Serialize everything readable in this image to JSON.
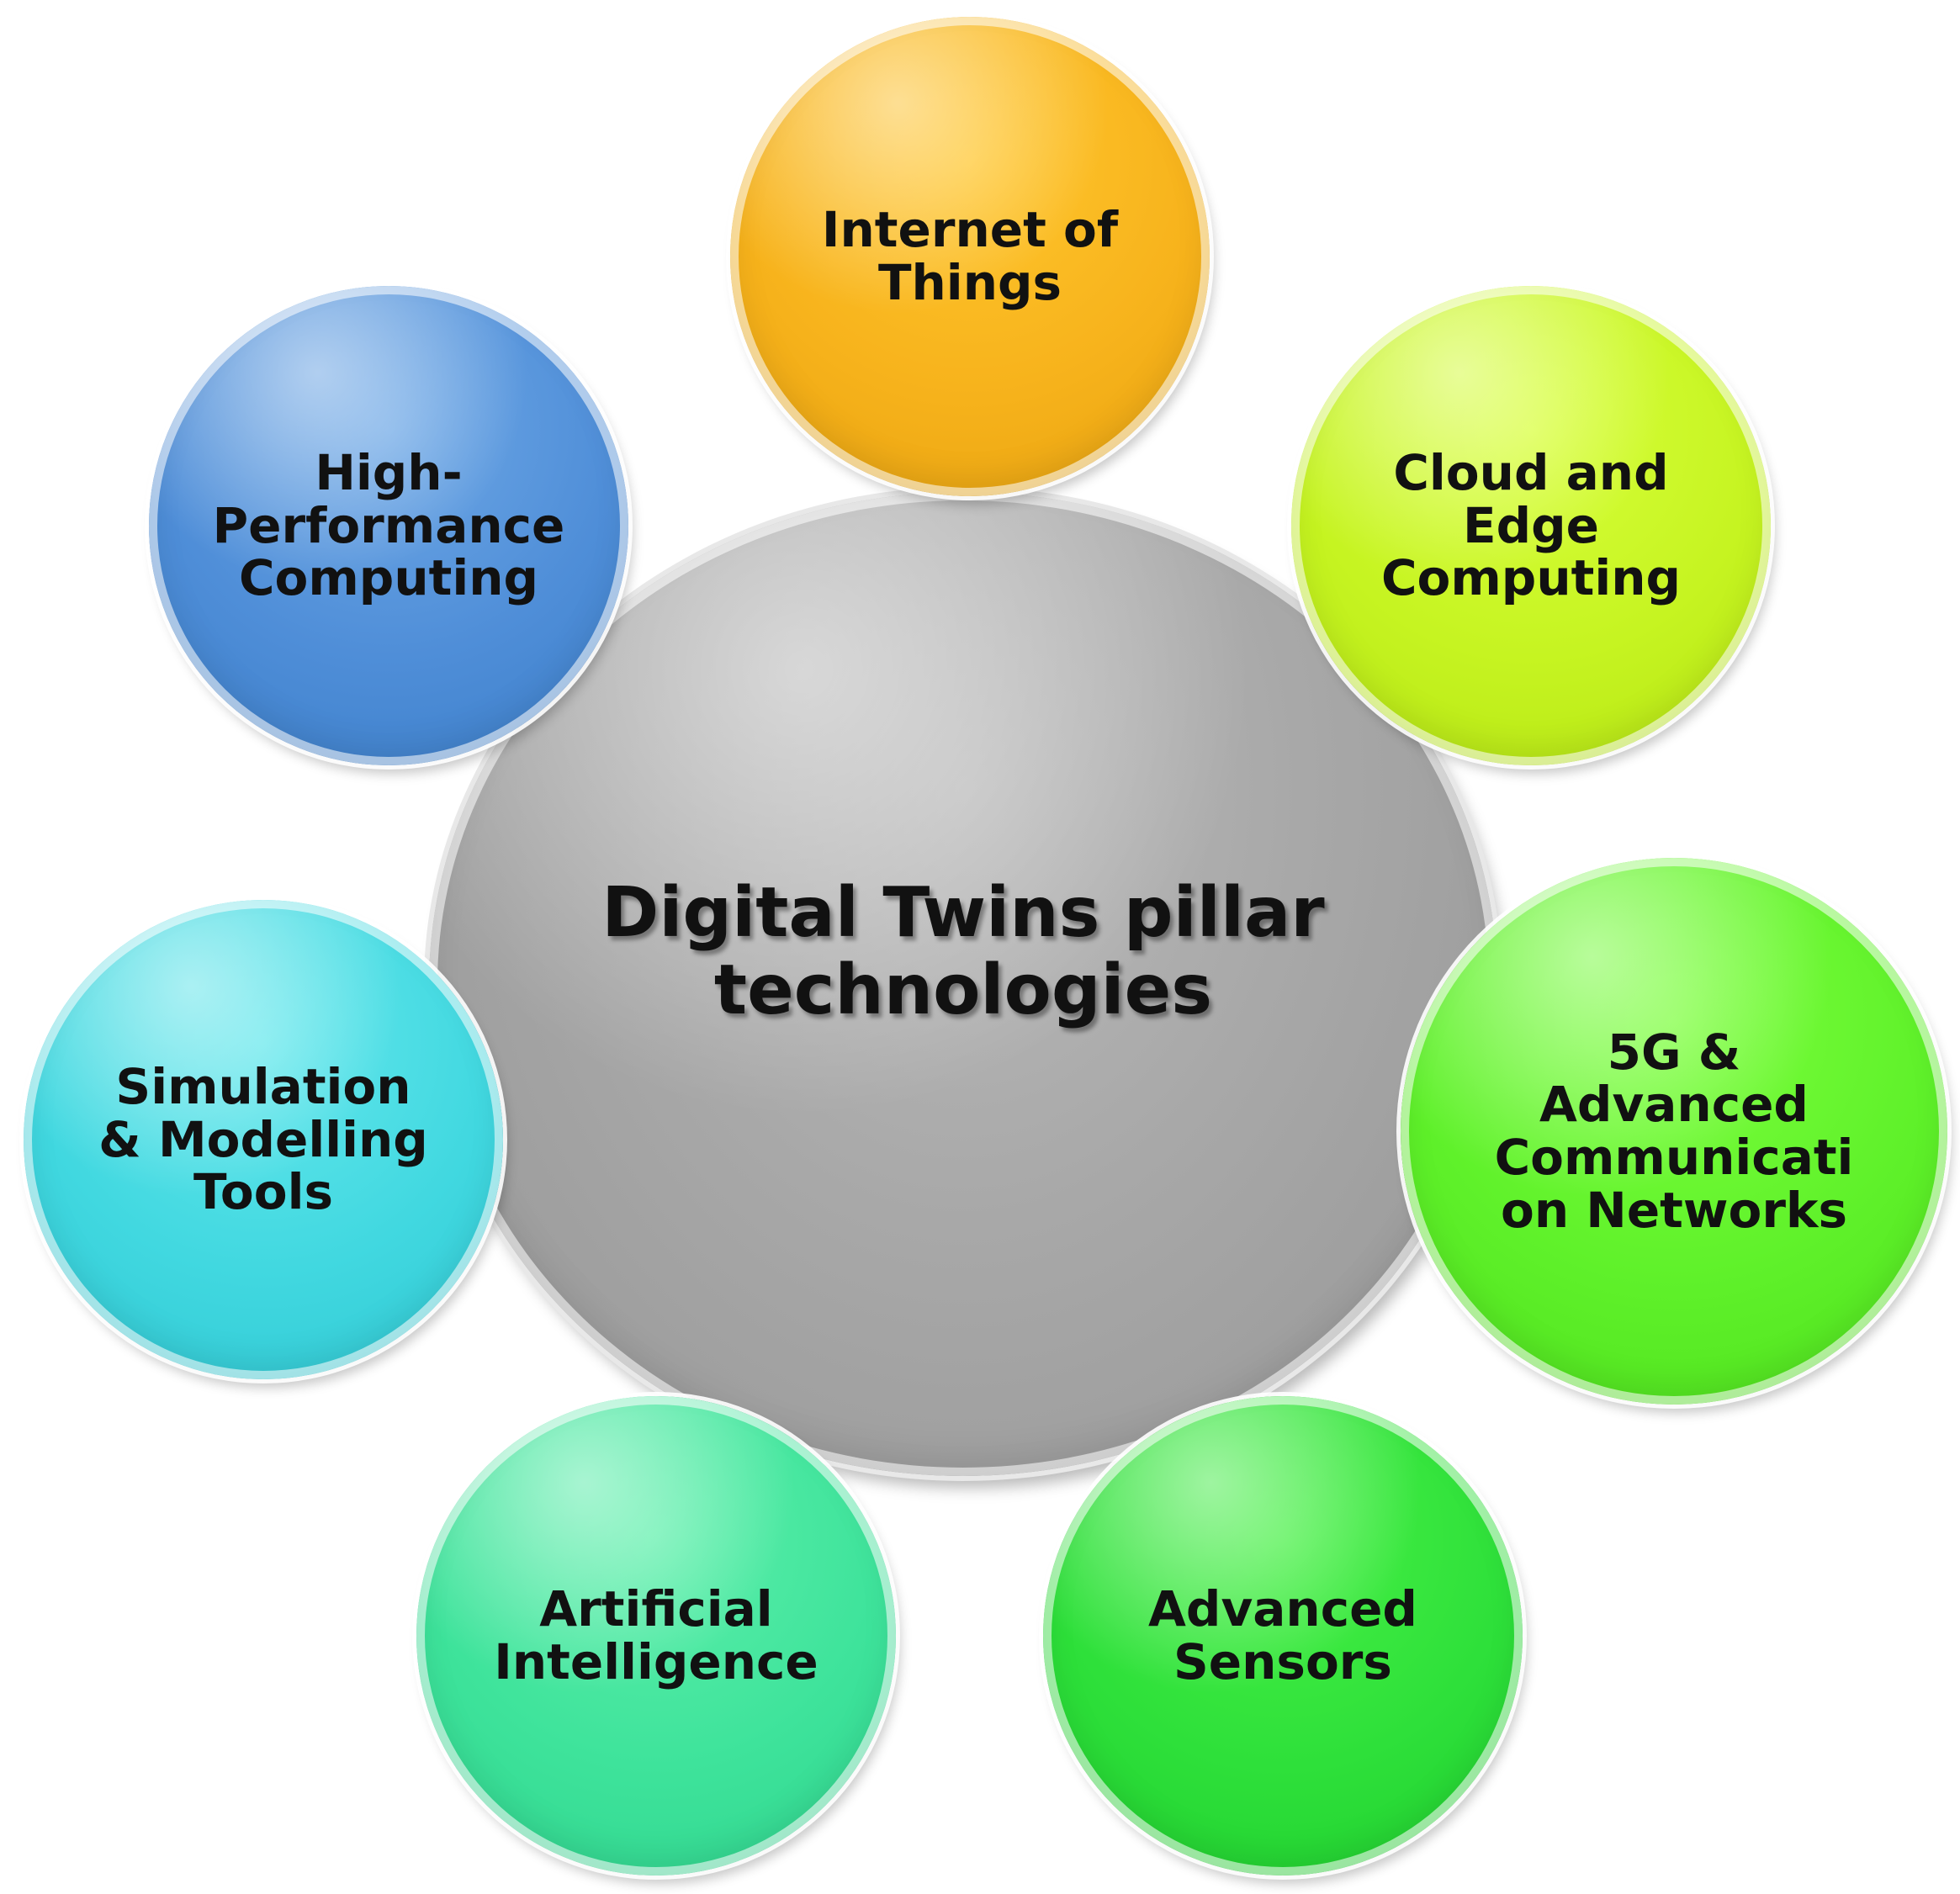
{
  "center": {
    "line1": "Digital Twins pillar",
    "line2": "technologies",
    "color": "#a8a8a8"
  },
  "satellites": {
    "iot": {
      "lines": [
        "Internet of",
        "Things"
      ],
      "color": "#f7b31c"
    },
    "cloud": {
      "lines": [
        "Cloud and",
        "Edge",
        "Computing"
      ],
      "color": "#c6f421"
    },
    "five_g": {
      "lines": [
        "5G &",
        "Advanced",
        "Communicati",
        "on Networks"
      ],
      "color": "#5ff12a"
    },
    "sensors": {
      "lines": [
        "Advanced",
        "Sensors"
      ],
      "color": "#2ee03a"
    },
    "ai": {
      "lines": [
        "Artificial",
        "Intelligence"
      ],
      "color": "#3ee39b"
    },
    "sim": {
      "lines": [
        "Simulation",
        "& Modelling",
        "Tools"
      ],
      "color": "#41d8e0"
    },
    "hpc": {
      "lines": [
        "High-",
        "Performance",
        "Computing"
      ],
      "color": "#4f8ed8"
    }
  }
}
